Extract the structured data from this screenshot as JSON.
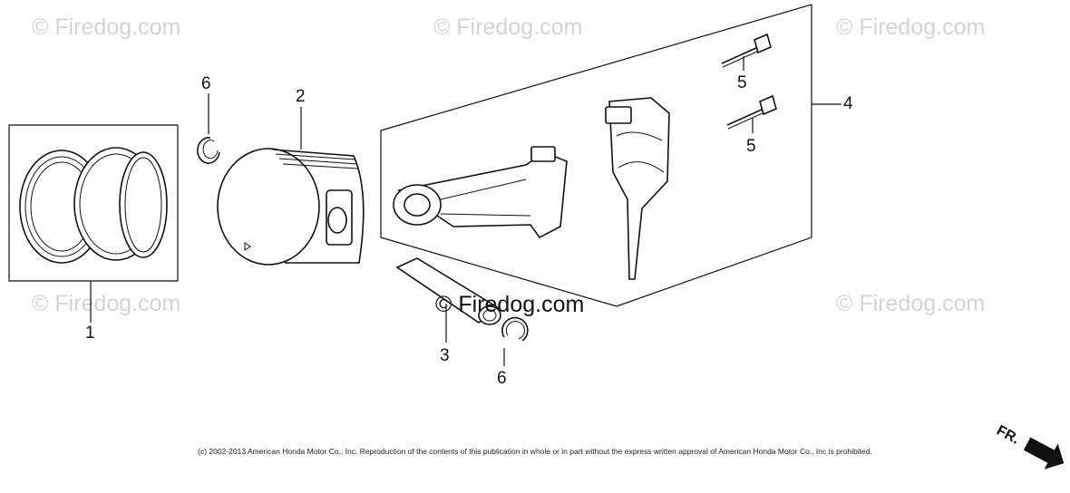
{
  "watermark": {
    "text": "© Firedog.com"
  },
  "callouts": [
    {
      "id": "c1",
      "label": "1"
    },
    {
      "id": "c2",
      "label": "2"
    },
    {
      "id": "c3",
      "label": "3"
    },
    {
      "id": "c4",
      "label": "4"
    },
    {
      "id": "c5a",
      "label": "5"
    },
    {
      "id": "c5b",
      "label": "5"
    },
    {
      "id": "c6a",
      "label": "6"
    },
    {
      "id": "c6b",
      "label": "6"
    }
  ],
  "copyright": "(c) 2002-2013 American Honda Motor Co., Inc. Reproduction of the contents of this publication in whole or in part without the express written approval of American Honda Motor Co., Inc is prohibited.",
  "direction_marker": {
    "label": "FR."
  }
}
